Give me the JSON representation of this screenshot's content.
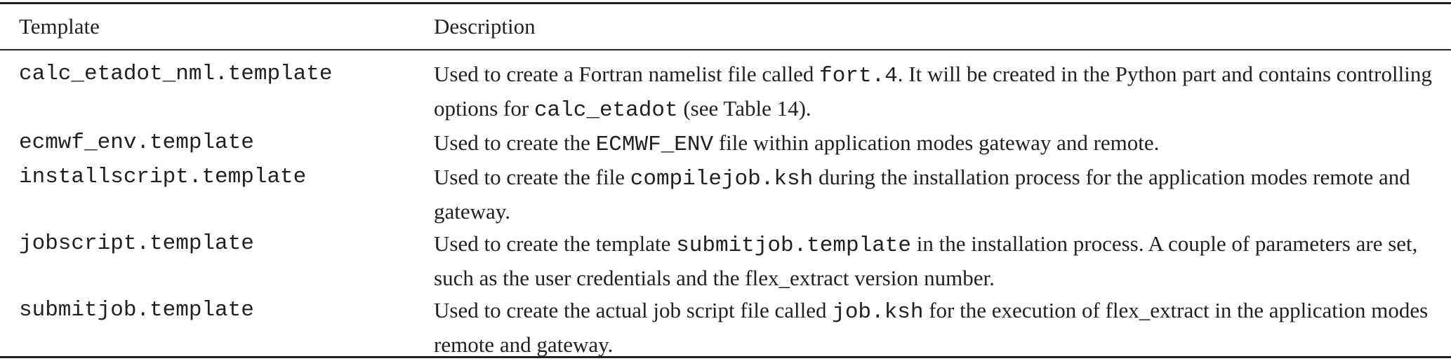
{
  "table": {
    "headers": {
      "template": "Template",
      "description": "Description"
    },
    "rows": [
      {
        "template": "calc_etadot_nml.template",
        "description": [
          {
            "text": "Used to create a Fortran namelist file called ",
            "mono": false
          },
          {
            "text": "fort.4",
            "mono": true
          },
          {
            "text": ". It will be created in the Python part and contains controlling options for ",
            "mono": false
          },
          {
            "text": "calc_etadot",
            "mono": true
          },
          {
            "text": " (see Table 14).",
            "mono": false
          }
        ]
      },
      {
        "template": "ecmwf_env.template",
        "description": [
          {
            "text": "Used to create the ",
            "mono": false
          },
          {
            "text": "ECMWF_ENV",
            "mono": true
          },
          {
            "text": " file within application modes gateway and remote.",
            "mono": false
          }
        ]
      },
      {
        "template": "installscript.template",
        "description": [
          {
            "text": "Used to create the file ",
            "mono": false
          },
          {
            "text": "compilejob.ksh",
            "mono": true
          },
          {
            "text": " during the installation process for the application modes remote and gateway.",
            "mono": false
          }
        ]
      },
      {
        "template": "jobscript.template",
        "description": [
          {
            "text": "Used to create the template ",
            "mono": false
          },
          {
            "text": "submitjob.template",
            "mono": true
          },
          {
            "text": " in the installation process. A couple of parameters are set, such as the user credentials and the flex_extract version number.",
            "mono": false
          }
        ]
      },
      {
        "template": "submitjob.template",
        "description": [
          {
            "text": "Used to create the actual job script file called ",
            "mono": false
          },
          {
            "text": "job.ksh",
            "mono": true
          },
          {
            "text": " for the execution of flex_extract in the application modes remote and gateway.",
            "mono": false
          }
        ]
      }
    ]
  }
}
